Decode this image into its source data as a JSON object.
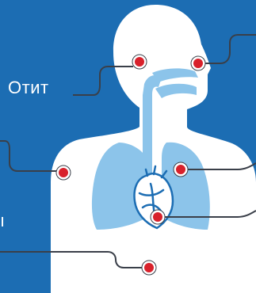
{
  "labels": {
    "otit": "Отит",
    "partial_left": "ı"
  },
  "colors": {
    "background": "#1c6db3",
    "body": "#ffffff",
    "organs": "#8cc4ea",
    "heart": "#1c6db3",
    "marker_fill": "#d8212b",
    "marker_ring": "#ffffff",
    "connector": "#3a3f49"
  },
  "markers": [
    {
      "name": "ear-marker"
    },
    {
      "name": "mouth-marker"
    },
    {
      "name": "shoulder-marker"
    },
    {
      "name": "lung-marker"
    },
    {
      "name": "heart-marker"
    },
    {
      "name": "abdomen-marker"
    }
  ]
}
